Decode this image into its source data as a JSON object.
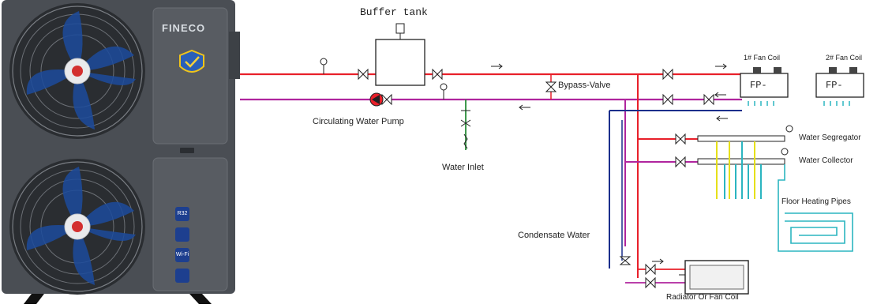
{
  "unit": {
    "brand": "FINECO",
    "badges": [
      "R32",
      "",
      "Wi-Fi",
      ""
    ]
  },
  "labels": {
    "buffer_tank": "Buffer tank",
    "bypass_valve": "Bypass-Valve",
    "circulating_pump": "Circulating Water Pump",
    "water_inlet": "Water Inlet",
    "fan_coil_1": "1# Fan Coil",
    "fan_coil_2": "2# Fan Coil",
    "fan_coil_text": "FP-",
    "water_segregator": "Water Segregator",
    "water_collector": "Water Collector",
    "floor_heating_pipes": "Floor Heating Pipes",
    "condensate_water": "Condensate Water",
    "radiator_or_fan_coil": "Radiator Or Fan Coil"
  },
  "colors": {
    "supply_line": "#e8202a",
    "return_line": "#b0259e",
    "condensate_line": "#1c2f8c",
    "floor_pipe": "#2bb5c0",
    "floor_manifold_tap": "#e6e01a",
    "unit_body": "#4d5157",
    "fan_blade": "#1c4b9c"
  }
}
